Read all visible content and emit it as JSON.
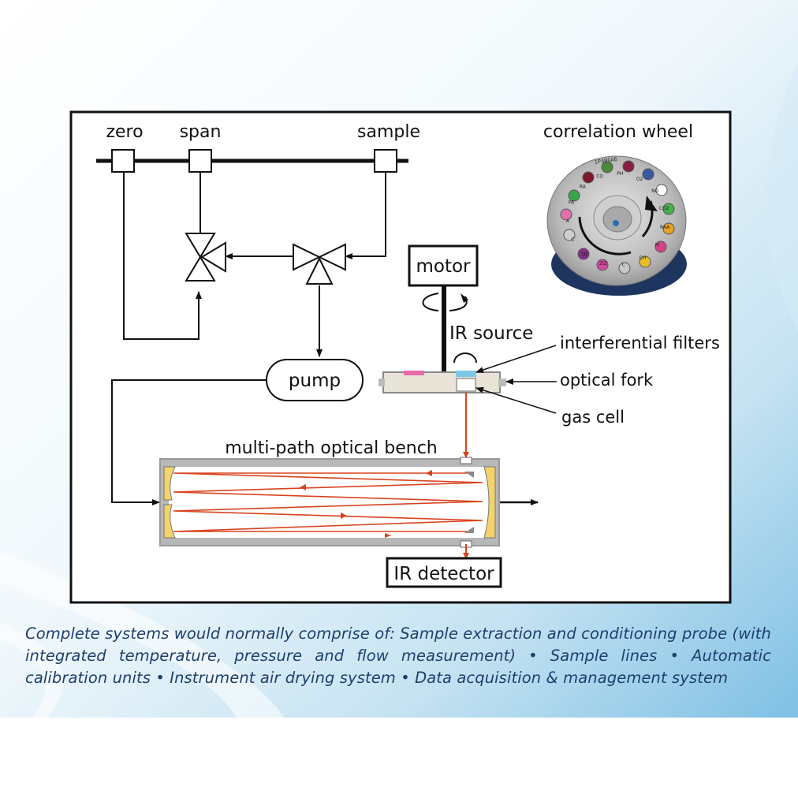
{
  "labels": {
    "zero": "zero",
    "span": "span",
    "sample": "sample",
    "correlation_wheel": "correlation wheel",
    "motor": "motor",
    "ir_source": "IR source",
    "interferential_filters": "interferential filters",
    "optical_fork": "optical fork",
    "gas_cell": "gas cell",
    "pump": "pump",
    "bench": "multi-path optical bench",
    "ir_detector": "IR detector"
  },
  "wheel_markings": [
    "CO",
    "PH",
    "O2",
    "NO",
    "CO2",
    "RAA",
    "M",
    "CH",
    "C",
    "ZIZ",
    "DC",
    "C",
    "A",
    "PA",
    "RA"
  ],
  "wheel_serial": "1P4BGA6",
  "caption": "Complete systems would normally comprise of: Sample extraction and conditioning probe (with integrated temperature, pressure and flow measurement) • Sample lines • Automatic calibration units • Instrument air drying system • Data acquisition & management system",
  "colors": {
    "beam": "#d8431f",
    "filter_blue": "#7cc8e8",
    "filter_pink": "#e86aa8",
    "caption_text": "#1d3f6e",
    "background_blue": "#8cc8e6"
  }
}
